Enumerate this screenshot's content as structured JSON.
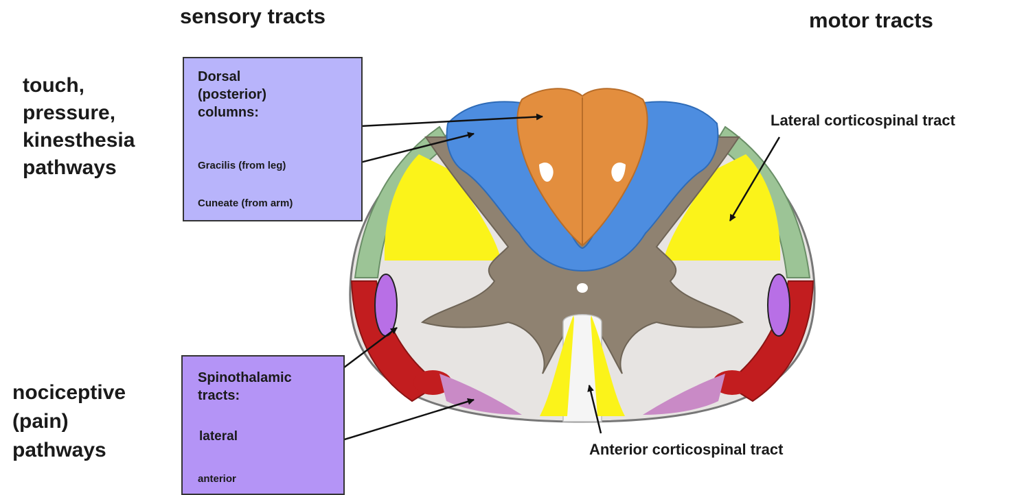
{
  "headers": {
    "sensory": "sensory tracts",
    "motor": "motor tracts"
  },
  "side_labels": {
    "touch": [
      "touch,",
      "pressure,",
      "kinesthesia",
      "pathways"
    ],
    "pain": [
      "nociceptive",
      "(pain)",
      "pathways"
    ]
  },
  "dorsal_box": {
    "title_lines": [
      "Dorsal",
      "(posterior)",
      "columns:"
    ],
    "gracilis": "Gracilis (from leg)",
    "cuneate": "Cuneate (from arm)",
    "bg": "#b8b4fb"
  },
  "spino_box": {
    "title_lines": [
      "Spinothalamic",
      "tracts:"
    ],
    "lateral": "lateral",
    "anterior": "anterior",
    "bg": "#b494f6"
  },
  "labels": {
    "lateral_cst": "Lateral corticospinal tract",
    "anterior_cst": "Anterior corticospinal tract"
  },
  "colors": {
    "dorsal_columns": "#e38e3e",
    "dorsal_horn": "#4d8de0",
    "gray_matter": "#8f8271",
    "white_matter": "#e7e4e2",
    "lateral_cst": "#fbf31a",
    "spinocerebellar": "#9cc496",
    "spinothalamic_lateral": "#b86fe6",
    "ventral_band": "#c21d1f",
    "anterior_spinothalamic": "#c98ac6"
  }
}
